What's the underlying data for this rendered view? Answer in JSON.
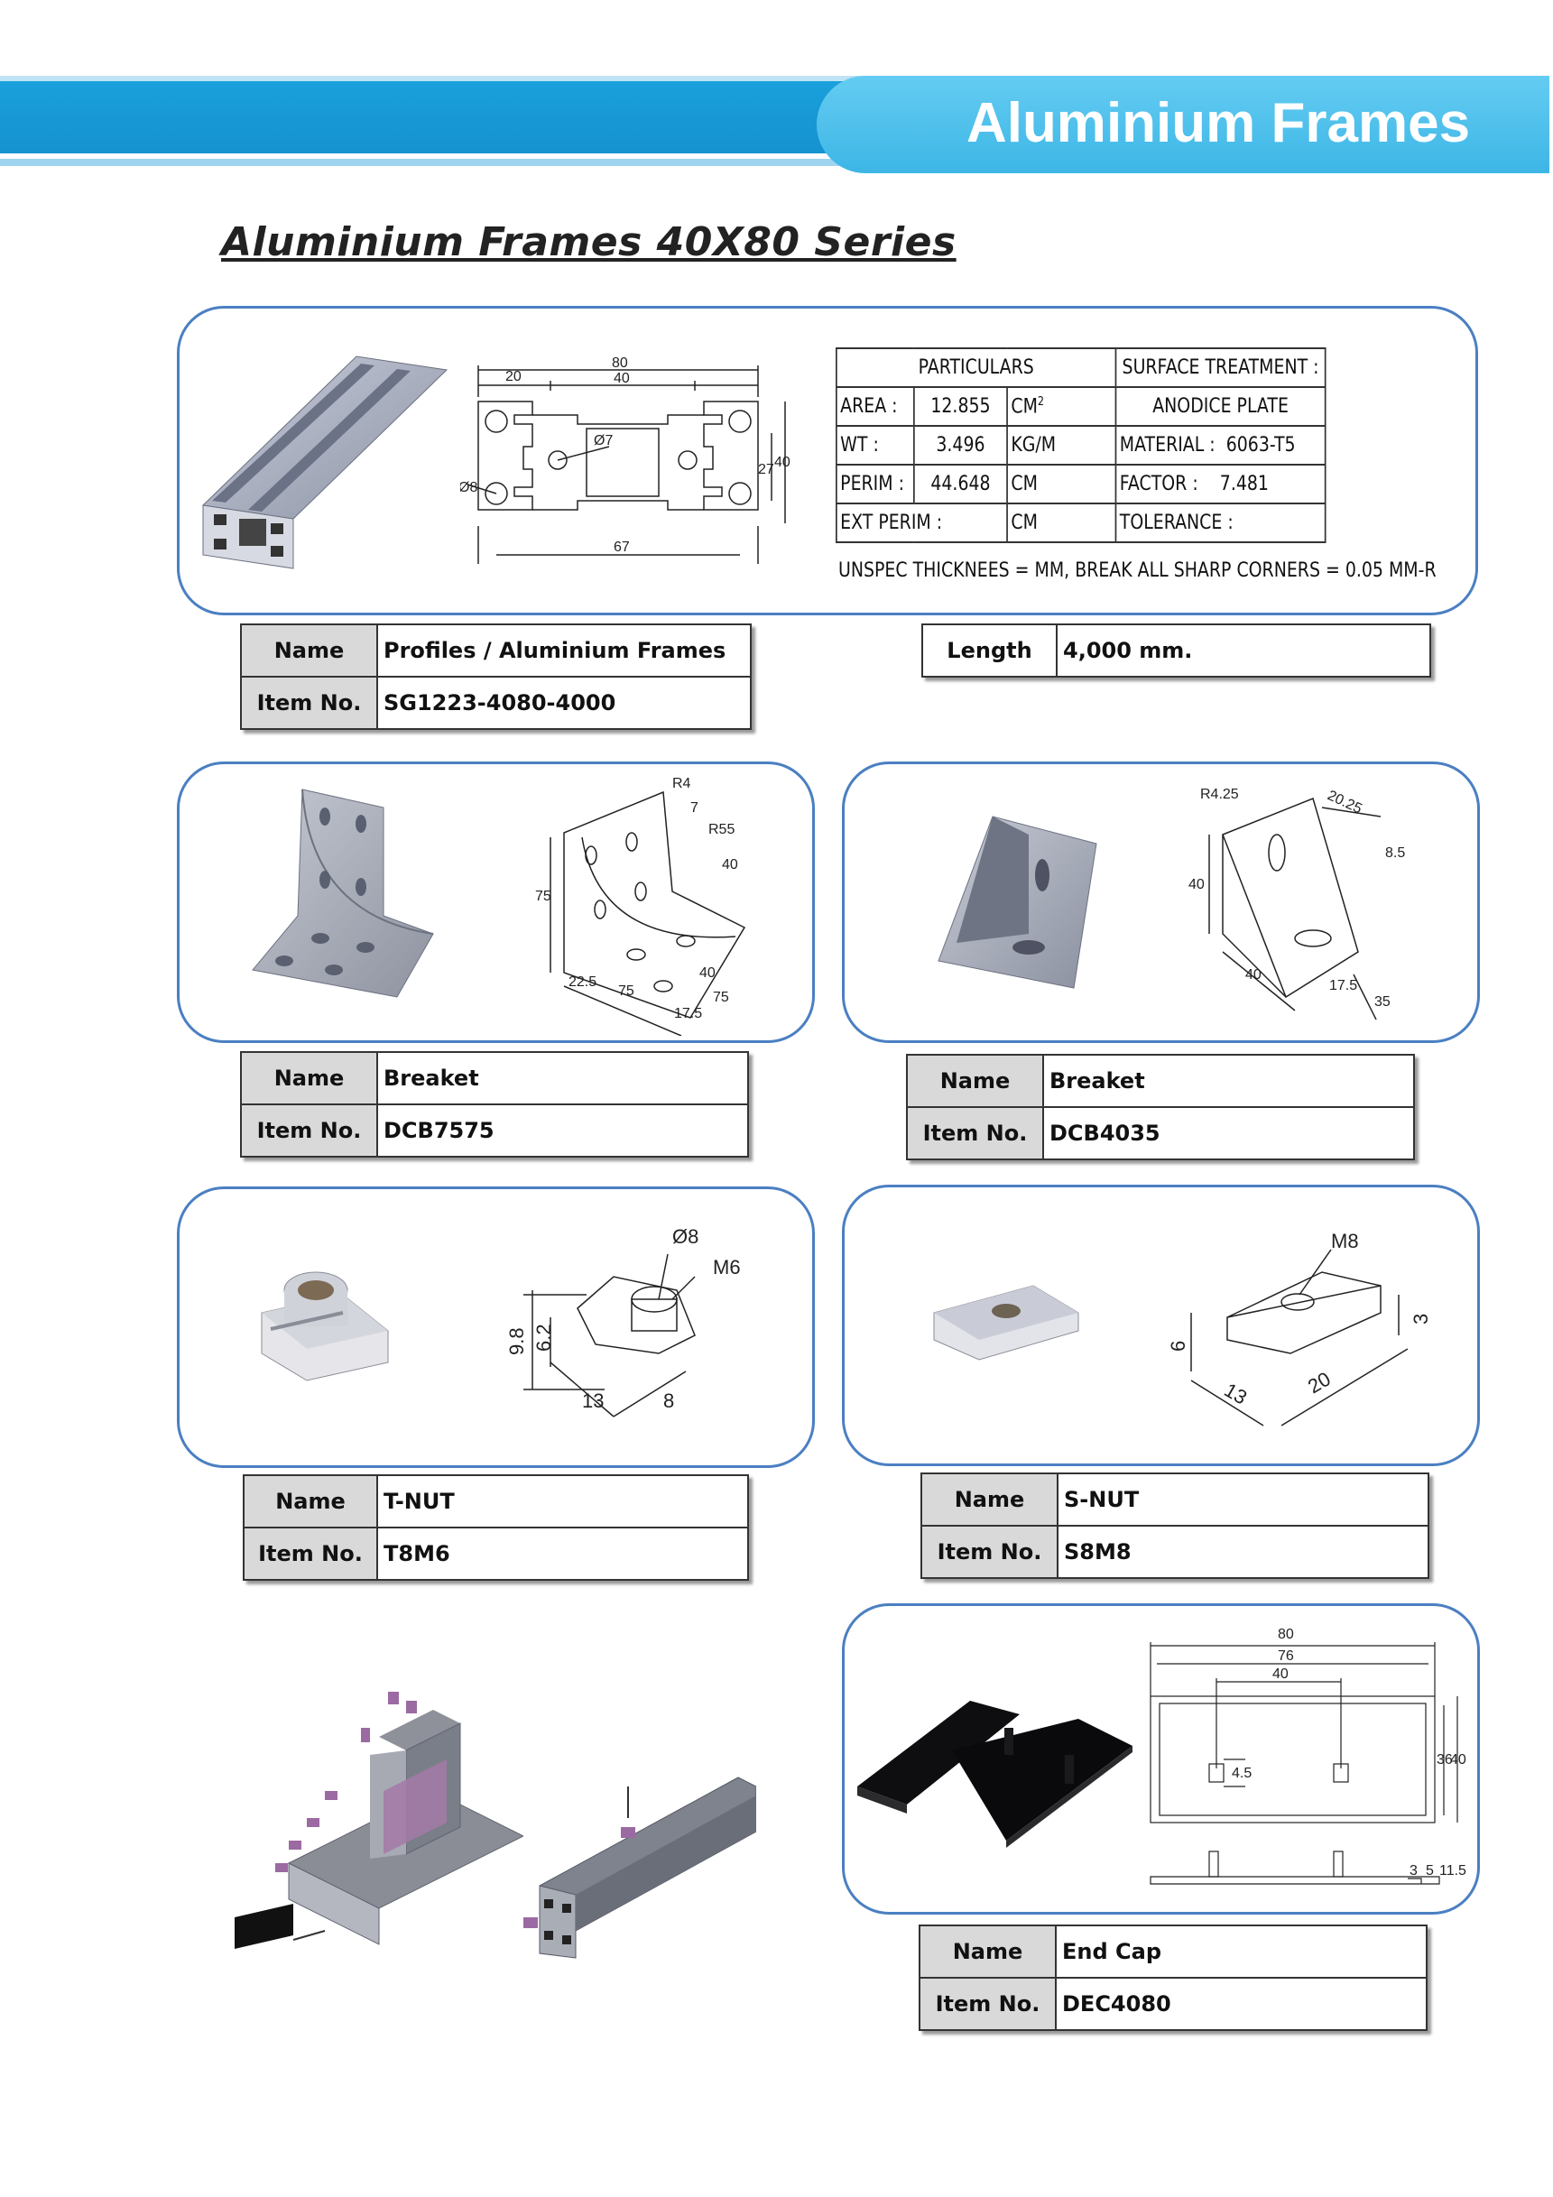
{
  "header": {
    "title": "Aluminium Frames"
  },
  "section": {
    "title": "Aluminium  Frames  40X80 Series"
  },
  "profile": {
    "spec": {
      "particulars": "PARTICULARS",
      "surface_treatment": "SURFACE TREATMENT :",
      "anodice_plate": "ANODICE PLATE",
      "area_label": "AREA :",
      "area_value": "12.855",
      "area_unit": "CM",
      "wt_label": "WT :",
      "wt_value": "3.496",
      "wt_unit": "KG/M",
      "perim_label": "PERIM :",
      "perim_value": "44.648",
      "perim_unit": "CM",
      "ext_perim_label": "EXT PERIM :",
      "ext_perim_unit": "CM",
      "material_label": "MATERIAL :",
      "material_value": "6063-T5",
      "factor_label": "FACTOR :",
      "factor_value": "7.481",
      "tolerance_label": "TOLERANCE :",
      "note": "UNSPEC THICKNEES = MM, BREAK ALL SHARP CORNERS = 0.05 MM-R"
    },
    "drawing_dims": {
      "d80": "80",
      "d20": "20",
      "d40": "40",
      "d67": "67",
      "d27": "27",
      "d40v": "40",
      "dia7": "Ø7",
      "dia8": "Ø8"
    },
    "name_label": "Name",
    "name": "Profiles / Aluminium Frames",
    "item_label": "Item No.",
    "item": "SG1223-4080-4000",
    "length_label": "Length",
    "length": "4,000 mm."
  },
  "products": [
    {
      "name_label": "Name",
      "name": "Breaket",
      "item_label": "Item No.",
      "item": "DCB7575",
      "dims": [
        "R4",
        "R55",
        "7",
        "40",
        "75",
        "22.5",
        "75",
        "40",
        "75",
        "17.5"
      ]
    },
    {
      "name_label": "Name",
      "name": "Breaket",
      "item_label": "Item No.",
      "item": "DCB4035",
      "dims": [
        "R4.25",
        "20.25",
        "8.5",
        "40",
        "40",
        "17.5",
        "35"
      ]
    },
    {
      "name_label": "Name",
      "name": "T-NUT",
      "item_label": "Item No.",
      "item": "T8M6",
      "dims": [
        "Ø8",
        "M6",
        "9.8",
        "6.2",
        "13",
        "8"
      ]
    },
    {
      "name_label": "Name",
      "name": "S-NUT",
      "item_label": "Item No.",
      "item": "S8M8",
      "dims": [
        "M8",
        "6",
        "3",
        "13",
        "20"
      ]
    },
    {
      "name_label": "Name",
      "name": "End Cap",
      "item_label": "Item No.",
      "item": "DEC4080",
      "dims": [
        "80",
        "76",
        "40",
        "4.5",
        "36",
        "40",
        "3",
        "5",
        "11.5"
      ]
    }
  ]
}
